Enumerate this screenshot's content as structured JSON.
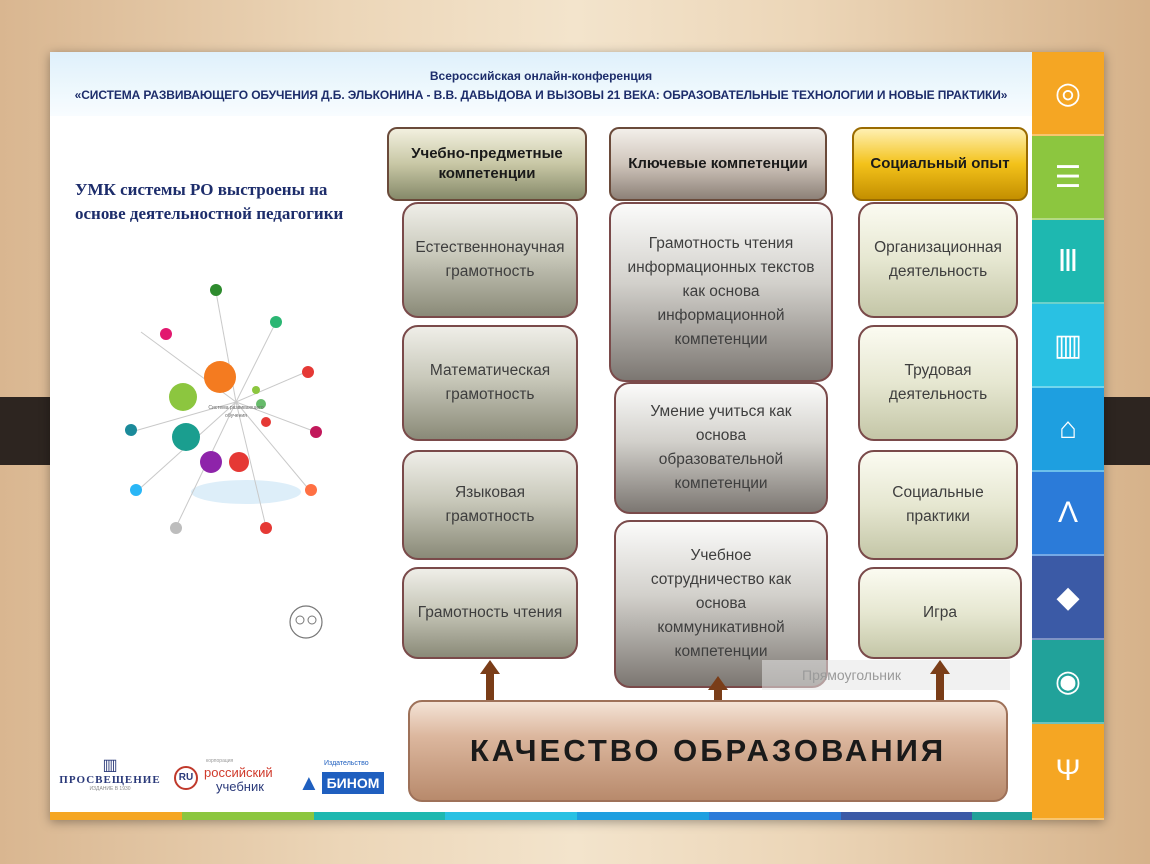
{
  "header": {
    "line1": "Всероссийская онлайн-конференция",
    "line2": "«СИСТЕМА РАЗВИВАЮЩЕГО ОБУЧЕНИЯ Д.Б. ЭЛЬКОНИНА - В.В. ДАВЫДОВА И ВЫЗОВЫ 21 ВЕКА: ОБРАЗОВАТЕЛЬНЫЕ ТЕХНОЛОГИИ И НОВЫЕ ПРАКТИКИ»"
  },
  "left": {
    "title": "УМК системы РО выстроены на основе деятельностной педагогики",
    "diagram_center": "Система развивающего обучения Д.Б. Эльконина — В.В. Давыдова"
  },
  "columns": [
    {
      "header": "Учебно-предметные компетенции",
      "items": [
        "Естественнонаучная грамотность",
        "Математическая грамотность",
        "Языковая грамотность",
        "Грамотность чтения"
      ]
    },
    {
      "header": "Ключевые компетенции",
      "items": [
        "Грамотность чтения информационных текстов как основа информационной компетенции",
        "Умение учиться как основа образовательной компетенции",
        "Учебное сотрудничество как основа коммуникативной компетенции"
      ]
    },
    {
      "header": "Социальный опыт",
      "items": [
        "Организационная деятельность",
        "Трудовая деятельность",
        "Социальные практики",
        "Игра"
      ]
    }
  ],
  "footer_box": "КАЧЕСТВО ОБРАЗОВАНИЯ",
  "ghost_label": "Прямоугольник",
  "logos": {
    "prosv": "ПРОСВЕЩЕНИЕ",
    "prosv_sub": "ИЗДАНИЕ В 1930",
    "ru_small": "корпорация",
    "ru1": "российский",
    "ru2": "учебник",
    "binom_small": "Издательство",
    "binom": "БИНОМ"
  },
  "sidebar": {
    "icons": [
      "bulb-icon",
      "abacus-icon",
      "column-icon",
      "book-icon",
      "easel-icon",
      "compass-icon",
      "graduation-cap-icon",
      "palette-icon",
      "lyre-icon"
    ],
    "colors": [
      "#f5a623",
      "#8cc63f",
      "#1eb8b0",
      "#29c1e3",
      "#1e9fe0",
      "#2b7bd9",
      "#3b5aa6",
      "#21a29a",
      "#f5a623"
    ]
  },
  "colors": {
    "header_text": "#1d2d6b",
    "social_head": "#e0a400",
    "arrow": "#7a3d18"
  }
}
